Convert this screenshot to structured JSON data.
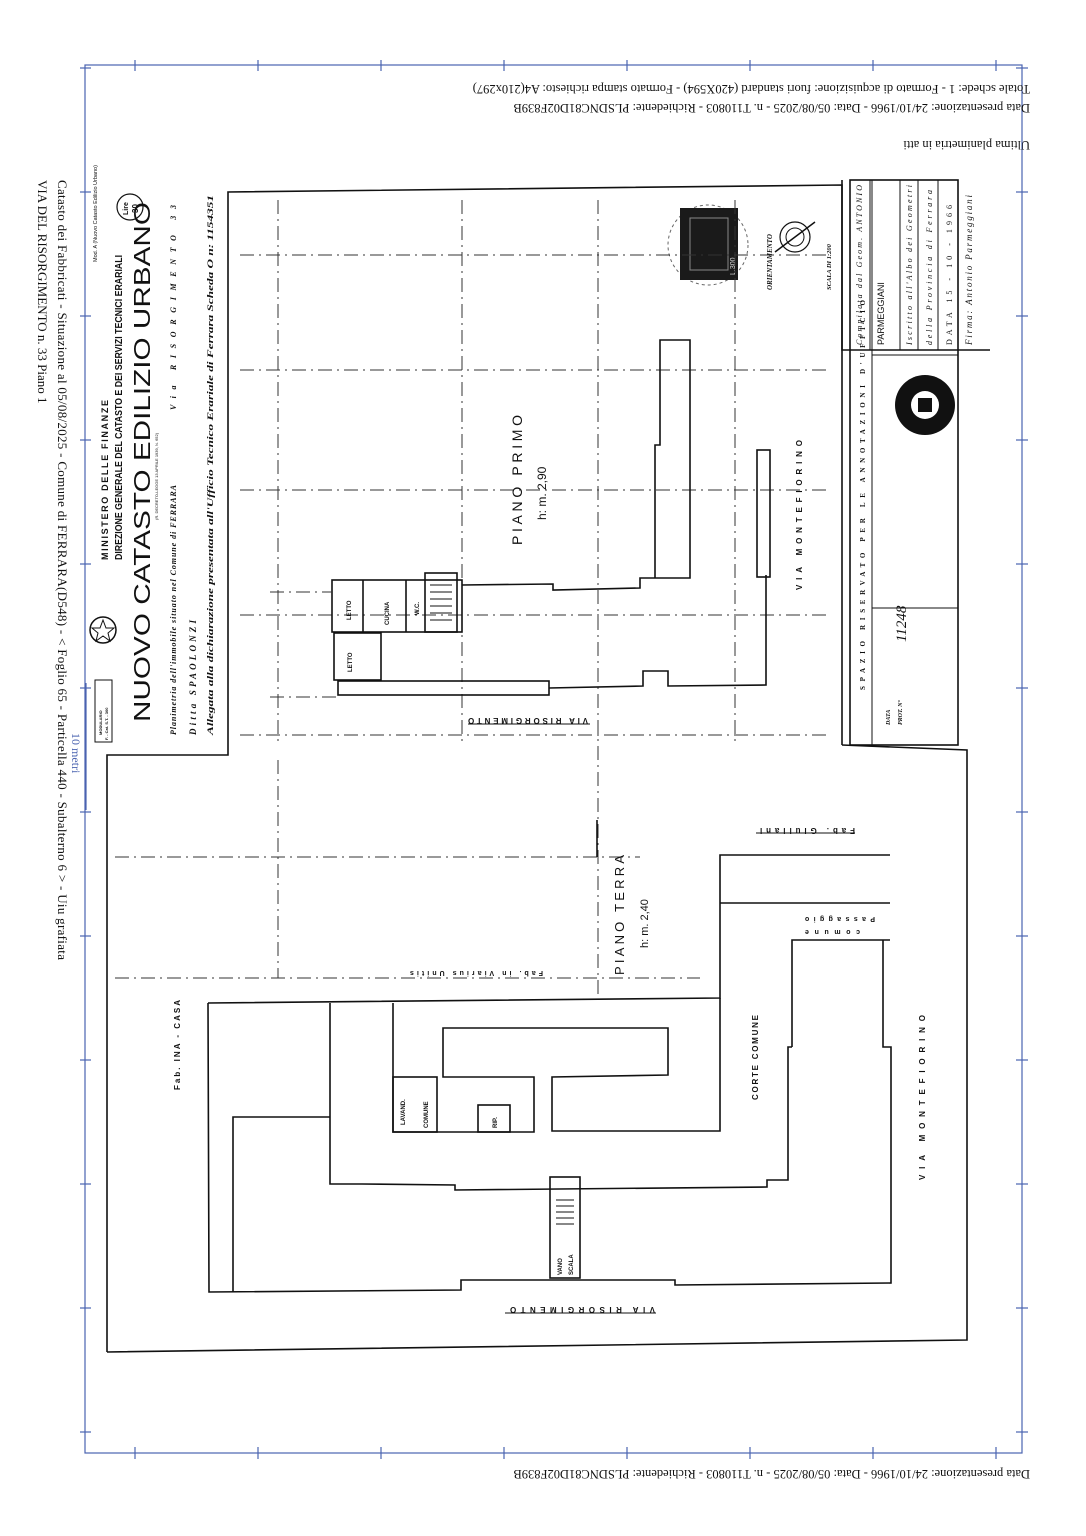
{
  "header_notes": {
    "sheets": "Totale schede: 1 - Formato di acquisizione: fuori standard (420X594) - Formato stampa richiesto: A4(210x297)",
    "presentation": "Data presentazione: 24/10/1966 - Data: 05/08/2025 - n. T110803 - Richiedente: PLSDNC81D02F839B",
    "last_plan": "Ultima planimetria in atti"
  },
  "footer": {
    "presentation": "Data presentazione: 24/10/1966 - Data: 05/08/2025 - n. T110803 - Richiedente: PLSDNC81D02F839B"
  },
  "side": {
    "situation": "Catasto dei Fabbricati - Situazione al 05/08/2025 - Comune di FERRARA(D548) - < Foglio 65 - Particella 440 - Subalterno 6 > - Uiu grafiata",
    "address": "VIA DEL RISORGIMENTO n. 33 Piano 1",
    "scale_label": "10 metri"
  },
  "form": {
    "model": "Mod. A (Nuovo Catasto Edilizio Urbano)",
    "price_top": "Lire",
    "price_value": "30",
    "ministry": "MINISTERO DELLE FINANZE",
    "directorate": "DIREZIONE GENERALE DEL CATASTO E DEI SERVIZI TECNICI ERARIALI",
    "title": "NUOVO CATASTO EDILIZIO URBANO",
    "decree": "(R. DECRETO-LEGGE 13 APRILE 1939, N. 652)",
    "location": "Planimetria dell'immobile situato nel Comune di FERRARA",
    "via": "Via RISORGIMENTO 33",
    "ditta": "Ditta SPAOLONZI",
    "allegata": "Allegata alla dichiarazione presentata all'Ufficio Tecnico Erariale di Ferrara   Scheda O  n: 1154351",
    "modulario_1": "MODULARIO",
    "modulario_2": "F. - Cat. S.T. - 300"
  },
  "annotations": {
    "title": "SPAZIO RISERVATO PER LE ANNOTAZIONI D'UFFICIO",
    "data_label": "DATA",
    "prot_label": "PROT. N°",
    "prot_value": "11248"
  },
  "compiler": {
    "line1": "Compilata dal Geom. ANTONIO",
    "line2": "PARMEGGIANI",
    "line3": "Iscritto all'Albo dei Geometri",
    "line4": "della Provincia di Ferrara",
    "line5": "DATA 15 - 10 - 1966",
    "line6": "Firma: Antonio Parmeggiani"
  },
  "drawing": {
    "orientation": "ORIENTAMENTO",
    "scale": "SCALA DI 1:200",
    "stamp_value": "L.300",
    "piano_primo": "PIANO PRIMO",
    "piano_primo_h": "h: m. 2,90",
    "piano_terra": "PIANO TERRA",
    "piano_terra_h": "h: m. 2,40",
    "via_montefiorino": "VIA MONTEFIORINO",
    "via_risorgimento": "VIA RISORGIMENTO",
    "corte_comune": "CORTE COMUNE",
    "fab_ina_casa": "Fab. INA - CASA",
    "fab_giuliani": "Fab. Giuliani",
    "passaggio_1": "Passaggio",
    "passaggio_2": "comune",
    "fab_unitis": "Fab. in Viarius Unitis",
    "rooms": {
      "letto": "LETTO",
      "cucina": "CUCINA",
      "wc": "W.C.",
      "lavanderia": "LAVAND.",
      "comune": "COMUNE",
      "rip": "RIP.",
      "vano": "VANO",
      "scala": "SCALA"
    }
  }
}
